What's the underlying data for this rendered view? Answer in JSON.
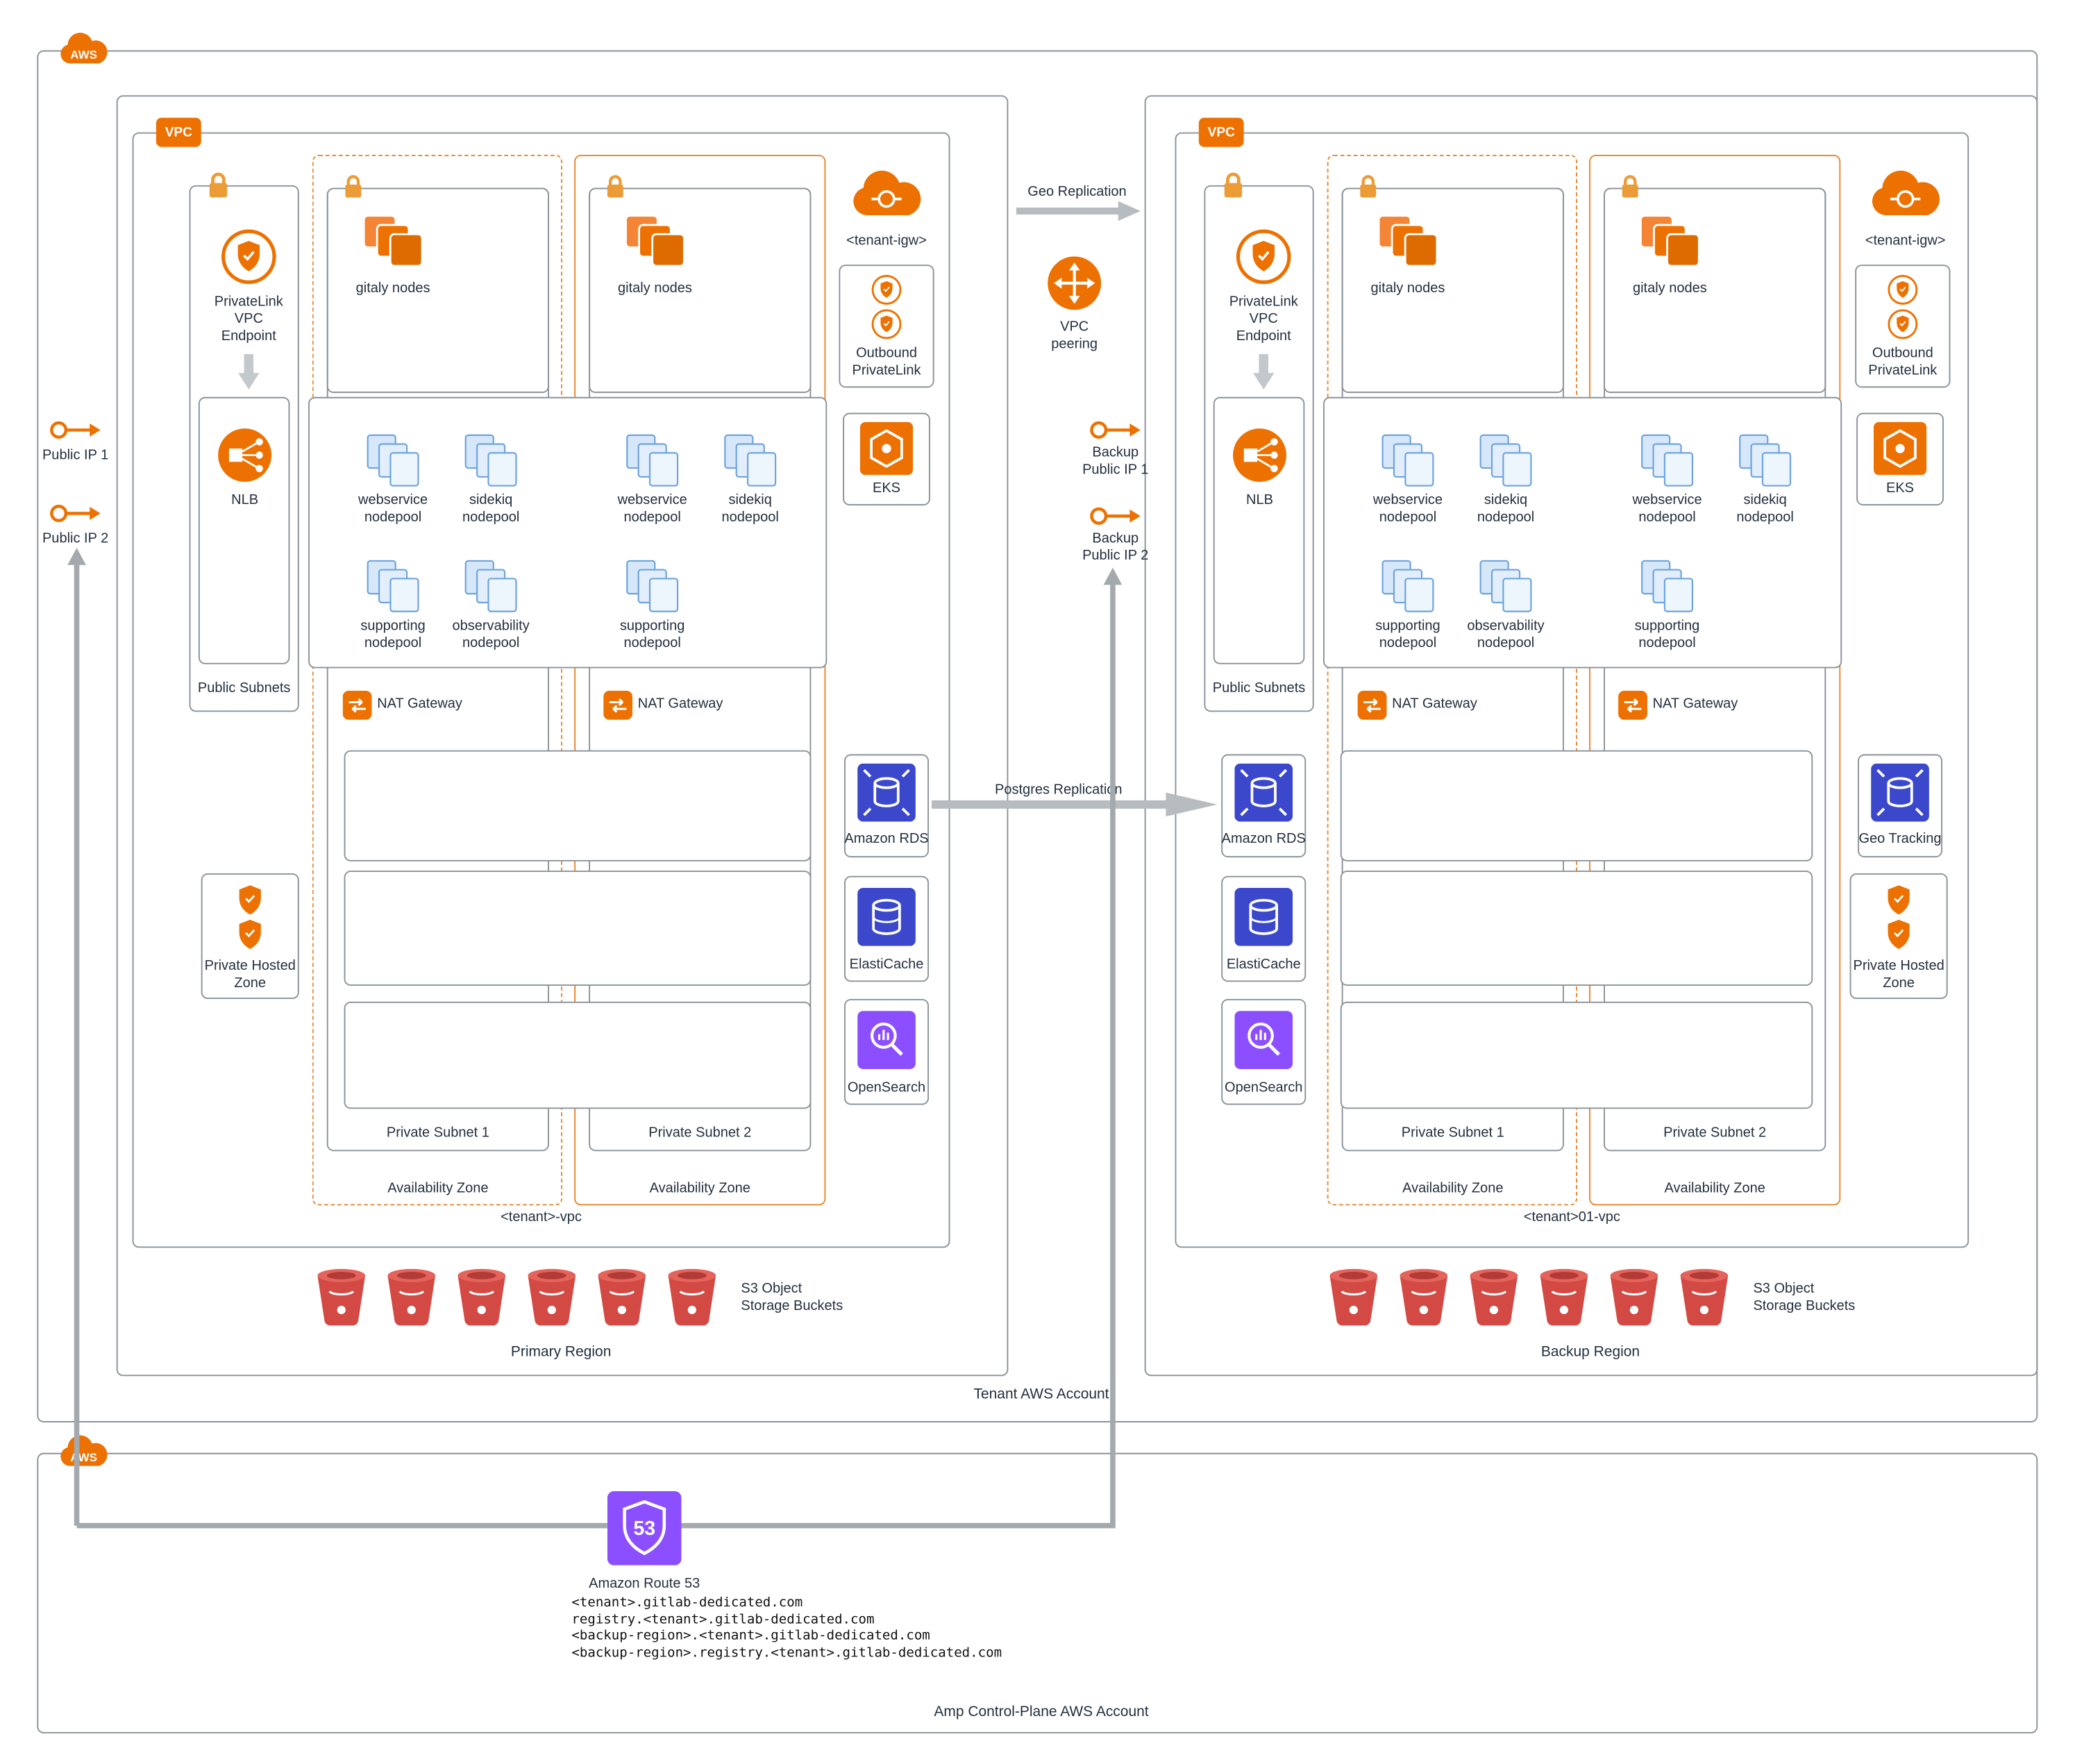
{
  "tenant_account": {
    "aws_badge": "AWS",
    "label": "Tenant AWS Account",
    "public_ip_1": "Public IP 1",
    "public_ip_2": "Public IP 2",
    "backup_public_ip_1": "Backup Public IP 1",
    "backup_public_ip_2": "Backup Public IP 2",
    "geo_replication": "Geo Replication",
    "vpc_peering": "VPC peering",
    "postgres_replication": "Postgres Replication"
  },
  "primary": {
    "label": "Primary Region",
    "vpc_badge": "VPC",
    "vpc_name": "<tenant>-vpc",
    "igw": "<tenant-igw>",
    "outbound_privatelink": "Outbound PrivateLink",
    "public_subnets": "Public Subnets",
    "privatelink_endpoint": "PrivateLink VPC Endpoint",
    "nlb": "NLB",
    "eks": "EKS",
    "nat_gateway": "NAT Gateway",
    "gitaly": "gitaly nodes",
    "az_label": "Availability Zone",
    "subnet1": "Private Subnet 1",
    "subnet2": "Private Subnet 2",
    "nodepools": [
      "webservice nodepool",
      "sidekiq nodepool",
      "supporting nodepool",
      "observability nodepool"
    ],
    "rds": "Amazon RDS",
    "elasticache": "ElastiCache",
    "opensearch": "OpenSearch",
    "hosted_zone": "Private Hosted Zone",
    "s3": "S3 Object Storage Buckets"
  },
  "backup": {
    "label": "Backup Region",
    "vpc_badge": "VPC",
    "vpc_name": "<tenant>01-vpc",
    "igw": "<tenant-igw>",
    "outbound_privatelink": "Outbound PrivateLink",
    "public_subnets": "Public Subnets",
    "privatelink_endpoint": "PrivateLink VPC Endpoint",
    "nlb": "NLB",
    "eks": "EKS",
    "nat_gateway": "NAT Gateway",
    "gitaly": "gitaly nodes",
    "az_label": "Availability Zone",
    "subnet1": "Private Subnet 1",
    "subnet2": "Private Subnet 2",
    "nodepools": [
      "webservice nodepool",
      "sidekiq nodepool",
      "supporting nodepool",
      "observability nodepool"
    ],
    "rds": "Amazon RDS",
    "elasticache": "ElastiCache",
    "opensearch": "OpenSearch",
    "geo_tracking": "Geo Tracking",
    "hosted_zone": "Private Hosted Zone",
    "s3": "S3 Object Storage Buckets"
  },
  "control_plane": {
    "aws_badge": "AWS",
    "label": "Amp Control-Plane AWS Account",
    "route53": "Amazon Route 53",
    "domains": [
      "<tenant>.gitlab-dedicated.com",
      "registry.<tenant>.gitlab-dedicated.com",
      "<backup-region>.<tenant>.gitlab-dedicated.com",
      "<backup-region>.registry.<tenant>.gitlab-dedicated.com"
    ]
  }
}
